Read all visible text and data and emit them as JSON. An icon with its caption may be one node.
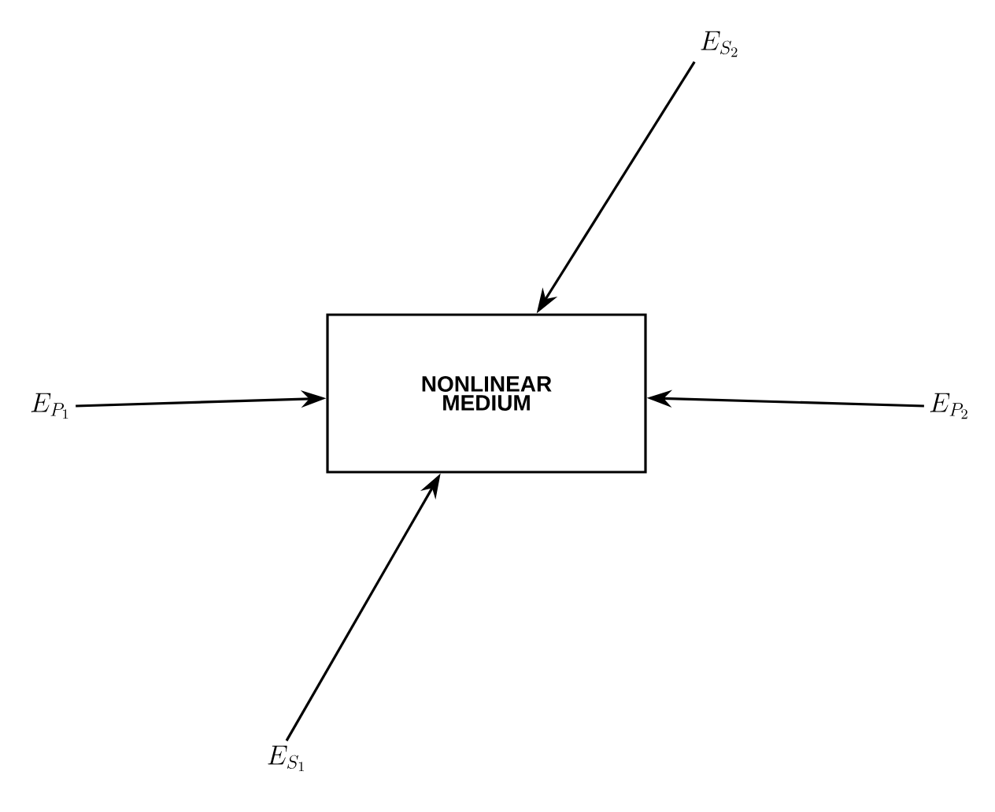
{
  "diagram": {
    "nodes": [
      {
        "text": [
          "NONLINEAR MEDIUM"
        ]
      },
      {
        "text": [
          "E_{P_1}"
        ]
      },
      {
        "text": [
          "E_{P_2}"
        ]
      },
      {
        "text": [
          "E_{S_1}"
        ]
      },
      {
        "text": [
          "E_{S_2}"
        ]
      }
    ],
    "edges": [
      {
        "from": 1,
        "to": 0,
        "arrow": "to"
      },
      {
        "from": 2,
        "to": 0,
        "arrow": "to"
      },
      {
        "from": 3,
        "to": 0,
        "arrow": "to"
      },
      {
        "from": 4,
        "to": 0,
        "arrow": "to"
      }
    ]
  }
}
